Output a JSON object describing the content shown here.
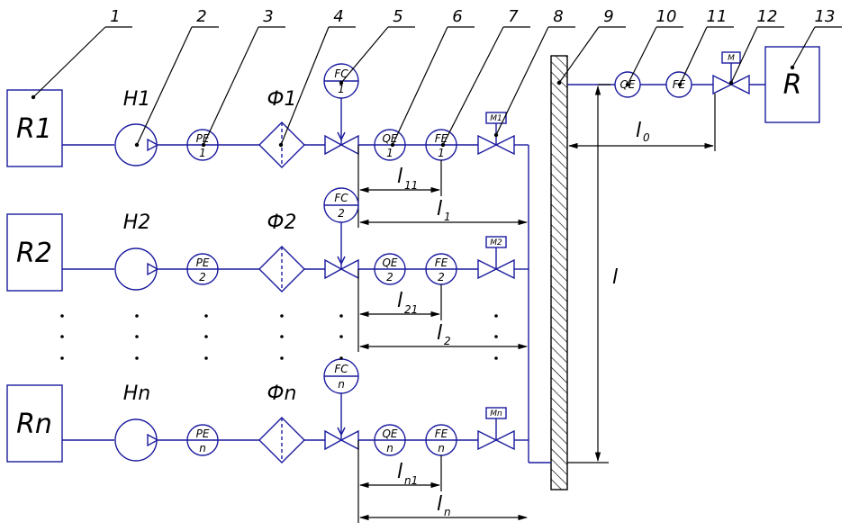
{
  "leader_numbers": [
    "1",
    "2",
    "3",
    "4",
    "5",
    "6",
    "7",
    "8",
    "9",
    "10",
    "11",
    "12",
    "13"
  ],
  "lines": [
    {
      "reservoir": "R1",
      "pump": "H1",
      "filter": "Ф1",
      "pe_top": "PE",
      "pe_bot": "1",
      "fc_top": "FC",
      "fc_bot": "1",
      "qe_top": "QE",
      "qe_bot": "1",
      "fe_top": "FE",
      "fe_bot": "1",
      "motor": "M1",
      "dim_a": "l",
      "dim_a_sub": "11",
      "dim_b": "l",
      "dim_b_sub": "1"
    },
    {
      "reservoir": "R2",
      "pump": "H2",
      "filter": "Ф2",
      "pe_top": "PE",
      "pe_bot": "2",
      "fc_top": "FC",
      "fc_bot": "2",
      "qe_top": "QE",
      "qe_bot": "2",
      "fe_top": "FE",
      "fe_bot": "2",
      "motor": "M2",
      "dim_a": "l",
      "dim_a_sub": "21",
      "dim_b": "l",
      "dim_b_sub": "2"
    },
    {
      "reservoir": "Rn",
      "pump": "Hn",
      "filter": "Фn",
      "pe_top": "PE",
      "pe_bot": "n",
      "fc_top": "FC",
      "fc_bot": "n",
      "qe_top": "QE",
      "qe_bot": "n",
      "fe_top": "FE",
      "fe_bot": "n",
      "motor": "Mn",
      "dim_a": "l",
      "dim_a_sub": "n1",
      "dim_b": "l",
      "dim_b_sub": "n"
    }
  ],
  "output": {
    "receiver": "R",
    "qe": "QE",
    "fe": "FE",
    "motor": "M",
    "dim_top": "l",
    "dim_top_sub": "0",
    "dim_vert": "l"
  }
}
